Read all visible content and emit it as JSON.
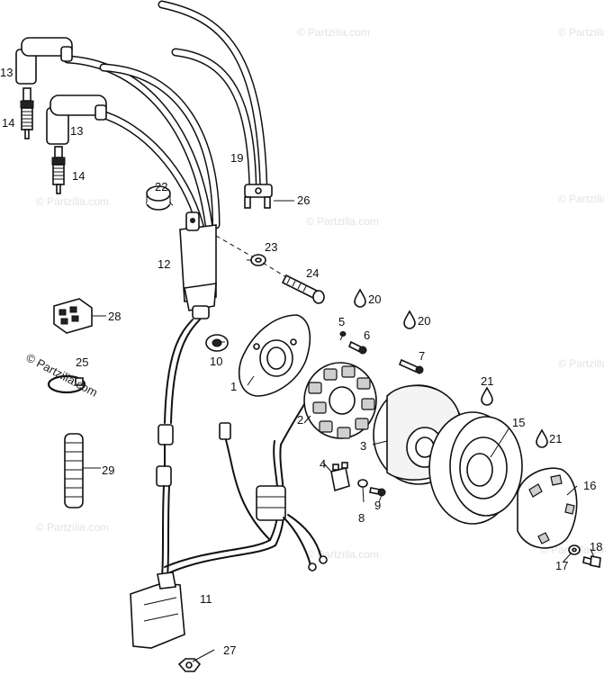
{
  "watermark": "© Partzilla.com",
  "watermark_prominent": "© Partzilla.com",
  "callouts": {
    "c1": "1",
    "c2": "2",
    "c3": "3",
    "c4": "4",
    "c5": "5",
    "c6": "6",
    "c7": "7",
    "c8": "8",
    "c9": "9",
    "c10": "10",
    "c11": "11",
    "c12": "12",
    "c13a": "13",
    "c13b": "13",
    "c14a": "14",
    "c14b": "14",
    "c15": "15",
    "c16": "16",
    "c17": "17",
    "c18": "18",
    "c19": "19",
    "c20a": "20",
    "c20b": "20",
    "c21a": "21",
    "c21b": "21",
    "c22": "22",
    "c23": "23",
    "c24": "24",
    "c25": "25",
    "c26": "26",
    "c27": "27",
    "c28": "28",
    "c29": "29"
  }
}
